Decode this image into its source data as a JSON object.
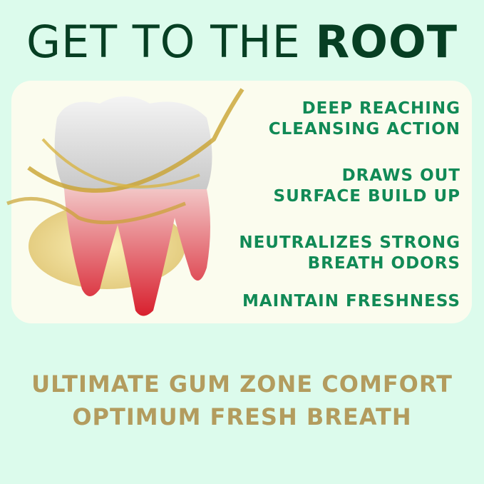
{
  "headline": {
    "regular": "GET TO THE ",
    "bold": "ROOT"
  },
  "benefits": [
    {
      "line1": "DEEP REACHING",
      "line2": "CLEANSING ACTION"
    },
    {
      "line1": "DRAWS OUT",
      "line2": "SURFACE BUILD UP"
    },
    {
      "line1": "NEUTRALIZES STRONG",
      "line2": "BREATH ODORS"
    },
    {
      "line1": "MAINTAIN FRESHNESS",
      "line2": ""
    }
  ],
  "tagline": {
    "line1": "ULTIMATE GUM ZONE COMFORT",
    "line2": "OPTIMUM FRESH BREATH"
  },
  "colors": {
    "background": "#dcfbec",
    "headline": "#073f23",
    "benefit_text": "#118a56",
    "tagline": "#b39c5e",
    "panel": "#fbfcee"
  },
  "image": {
    "subject": "tooth-with-oil-splash-illustration"
  }
}
